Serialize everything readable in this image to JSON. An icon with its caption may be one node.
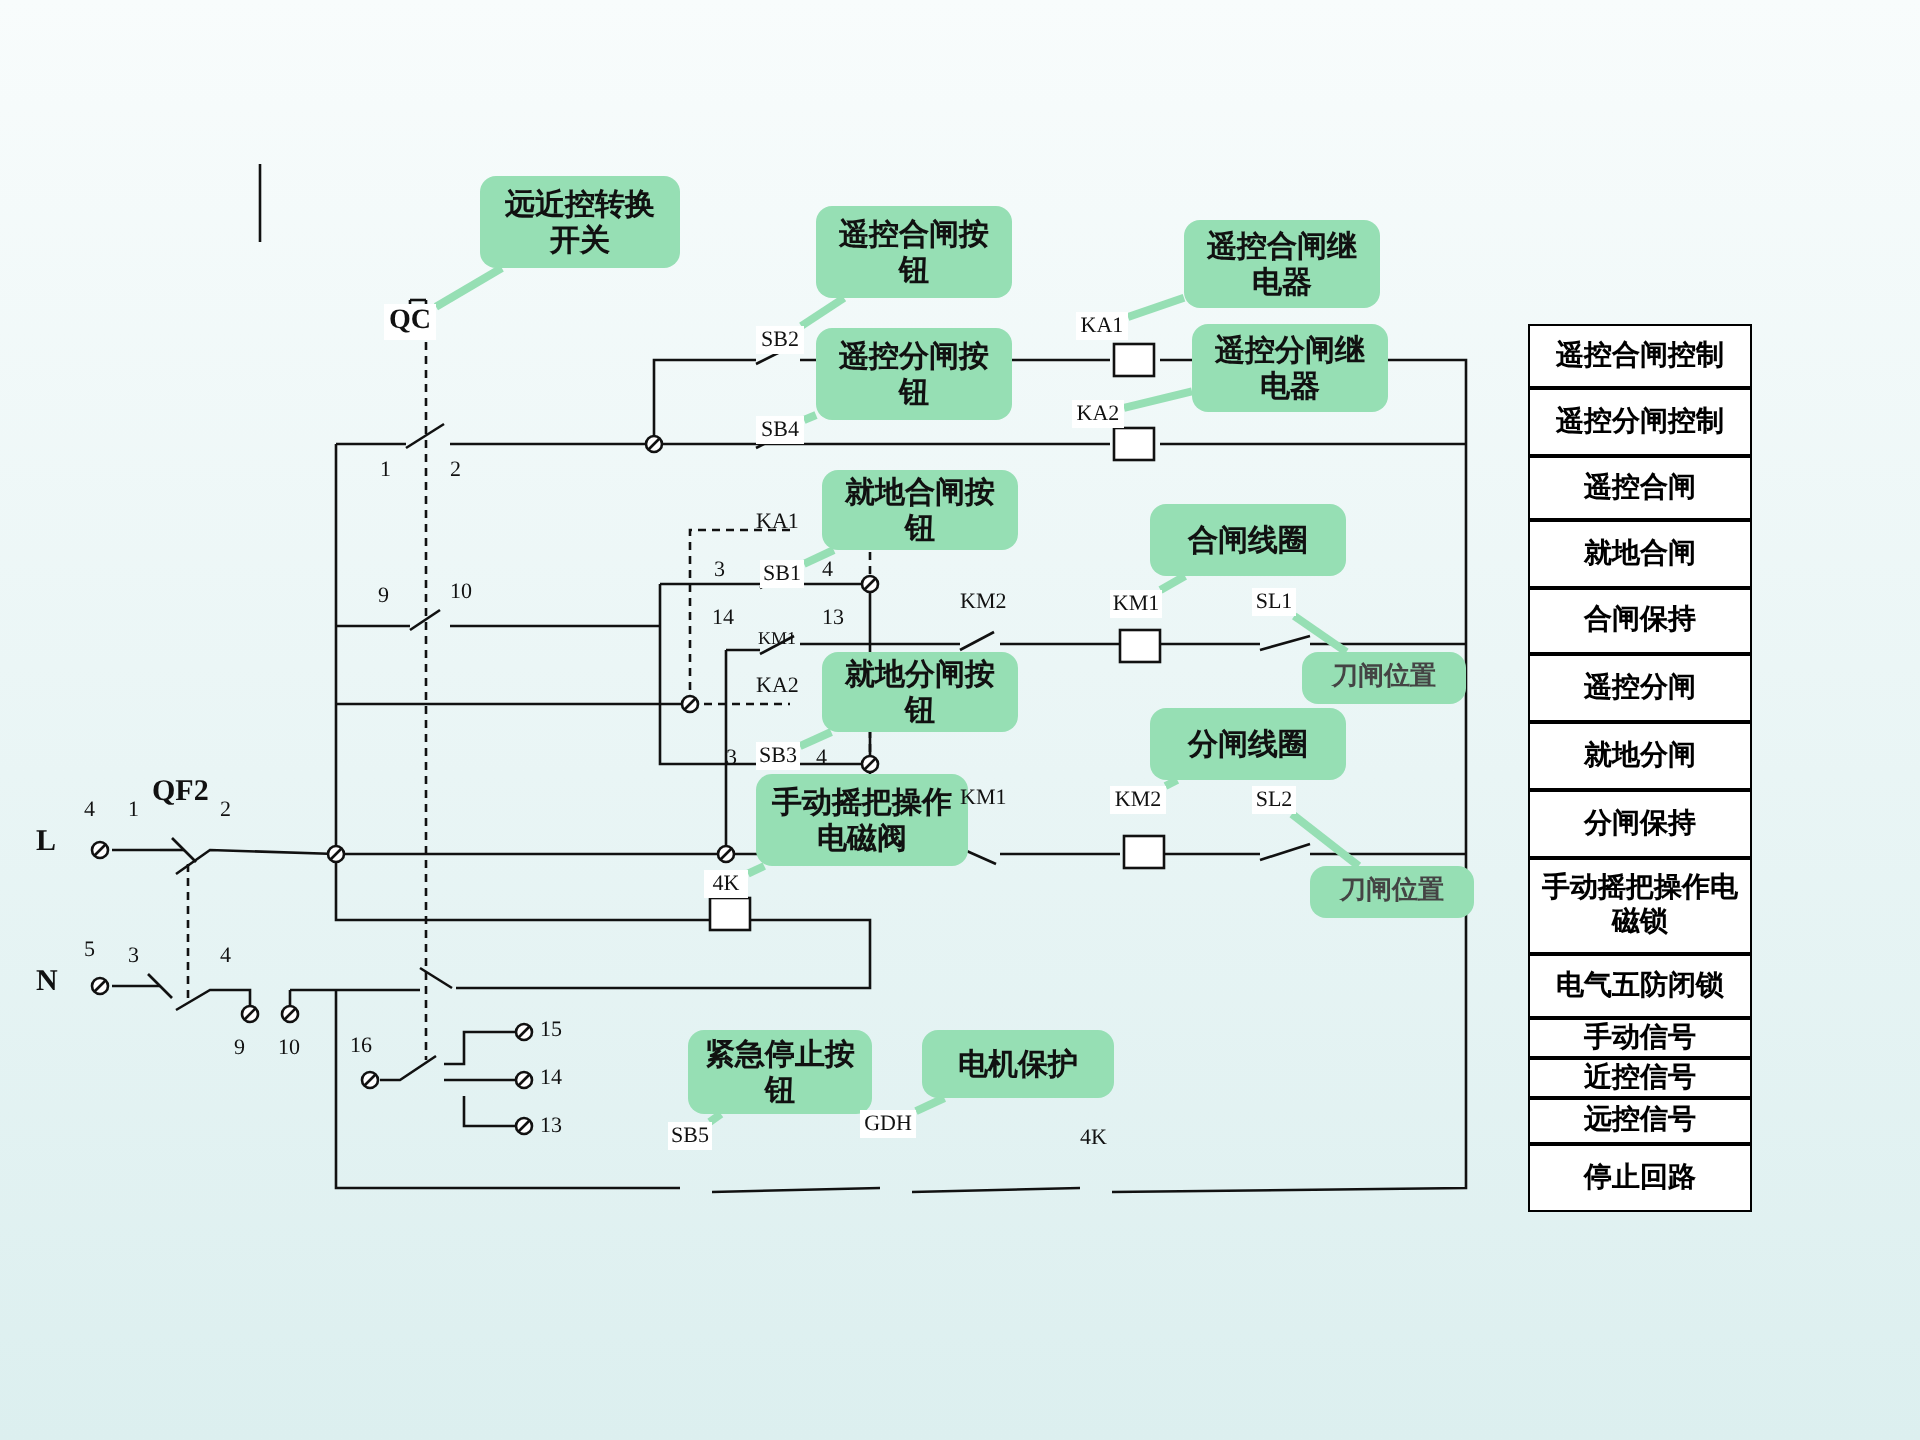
{
  "diagram": {
    "nodes": [
      {
        "text": [
          "远近控转换开关"
        ]
      },
      {
        "text": [
          "QC"
        ]
      },
      {
        "text": [
          "遥控合闸按钮"
        ]
      },
      {
        "text": [
          "SB2"
        ]
      },
      {
        "text": [
          "遥控分闸按钮"
        ]
      },
      {
        "text": [
          "SB4"
        ]
      },
      {
        "text": [
          "遥控合闸继电器"
        ]
      },
      {
        "text": [
          "KA1"
        ]
      },
      {
        "text": [
          "遥控分闸继电器"
        ]
      },
      {
        "text": [
          "KA2"
        ]
      },
      {
        "text": [
          "就地合闸按钮"
        ]
      },
      {
        "text": [
          "SB1"
        ]
      },
      {
        "text": [
          "就地分闸按钮"
        ]
      },
      {
        "text": [
          "SB3"
        ]
      },
      {
        "text": [
          "合闸线圈"
        ]
      },
      {
        "text": [
          "KM1"
        ]
      },
      {
        "text": [
          "刀闸位置"
        ]
      },
      {
        "text": [
          "SL1"
        ]
      },
      {
        "text": [
          "分闸线圈"
        ]
      },
      {
        "text": [
          "KM2"
        ]
      },
      {
        "text": [
          "刀闸位置"
        ]
      },
      {
        "text": [
          "SL2"
        ]
      },
      {
        "text": [
          "手动摇把操作电磁阀"
        ]
      },
      {
        "text": [
          "4K"
        ]
      },
      {
        "text": [
          "紧急停止按钮"
        ]
      },
      {
        "text": [
          "SB5"
        ]
      },
      {
        "text": [
          "电机保护"
        ]
      },
      {
        "text": [
          "GDH"
        ]
      },
      {
        "text": [
          "遥控合闸控制"
        ]
      },
      {
        "text": [
          "遥控分闸控制"
        ]
      },
      {
        "text": [
          "遥控合闸"
        ]
      },
      {
        "text": [
          "就地合闸"
        ]
      },
      {
        "text": [
          "合闸保持"
        ]
      },
      {
        "text": [
          "遥控分闸"
        ]
      },
      {
        "text": [
          "就地分闸"
        ]
      },
      {
        "text": [
          "分闸保持"
        ]
      },
      {
        "text": [
          "手动摇把操作电磁锁"
        ]
      },
      {
        "text": [
          "电气五防闭锁"
        ]
      },
      {
        "text": [
          "手动信号"
        ]
      },
      {
        "text": [
          "近控信号"
        ]
      },
      {
        "text": [
          "远控信号"
        ]
      },
      {
        "text": [
          "停止回路"
        ]
      }
    ],
    "edges": [
      {
        "from": 0,
        "to": 1,
        "arrow": "none"
      },
      {
        "from": 2,
        "to": 3,
        "arrow": "none"
      },
      {
        "from": 4,
        "to": 5,
        "arrow": "none"
      },
      {
        "from": 6,
        "to": 7,
        "arrow": "none"
      },
      {
        "from": 8,
        "to": 9,
        "arrow": "none"
      },
      {
        "from": 10,
        "to": 11,
        "arrow": "none"
      },
      {
        "from": 12,
        "to": 13,
        "arrow": "none"
      },
      {
        "from": 14,
        "to": 15,
        "arrow": "none"
      },
      {
        "from": 16,
        "to": 17,
        "arrow": "none"
      },
      {
        "from": 18,
        "to": 19,
        "arrow": "none"
      },
      {
        "from": 20,
        "to": 21,
        "arrow": "none"
      },
      {
        "from": 22,
        "to": 23,
        "arrow": "none"
      },
      {
        "from": 24,
        "to": 25,
        "arrow": "none"
      },
      {
        "from": 26,
        "to": 27,
        "arrow": "none"
      }
    ],
    "labels": [
      "4",
      "1",
      "QF2",
      "2",
      "L",
      "N",
      "5",
      "3",
      "4",
      "9",
      "10",
      "1",
      "2",
      "9",
      "10",
      "KA1",
      "3",
      "4",
      "14",
      "13",
      "KM1",
      "KA2",
      "3",
      "4",
      "KM2",
      "KM1",
      "16",
      "15",
      "14",
      "13",
      "4K"
    ]
  }
}
